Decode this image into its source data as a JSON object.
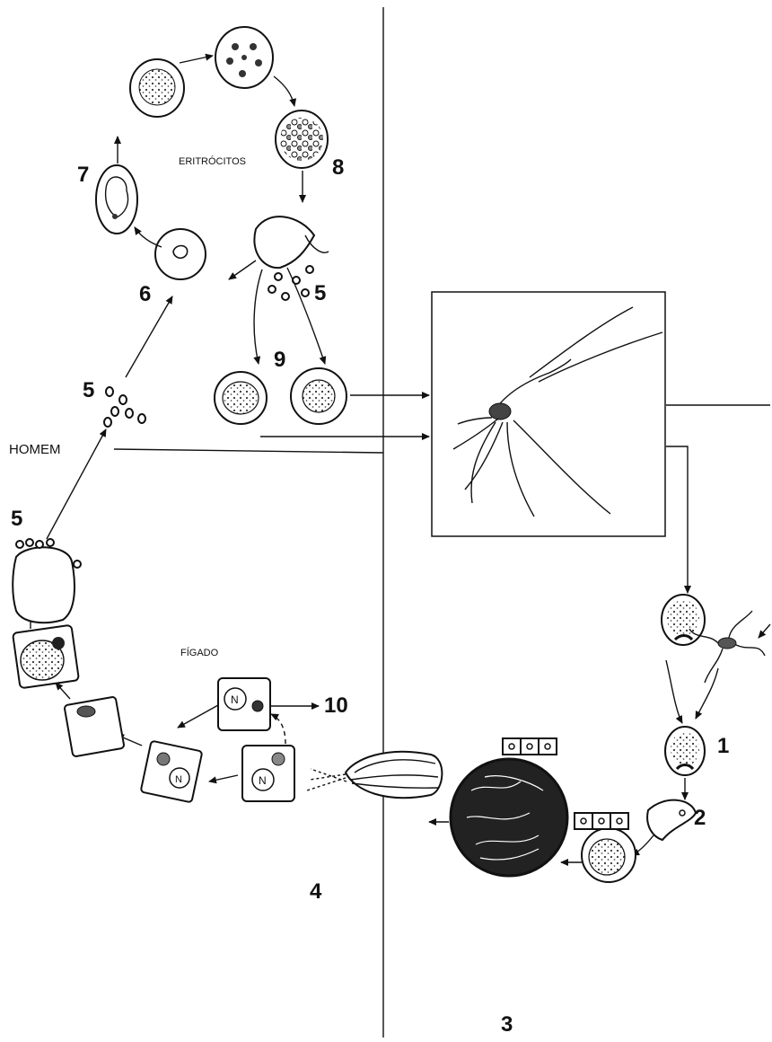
{
  "labels": {
    "erythrocytes": "ERITRÓCITOS",
    "liver": "FÍGADO",
    "human": "HOMEM"
  },
  "stage_numbers": {
    "n1": "1",
    "n2": "2",
    "n3": "3",
    "n4": "4",
    "n5_top": "5",
    "n5_mid": "5",
    "n5_low": "5",
    "n6": "6",
    "n7": "7",
    "n8": "8",
    "n9": "9",
    "n10": "10"
  },
  "nucleus_letter": "N"
}
